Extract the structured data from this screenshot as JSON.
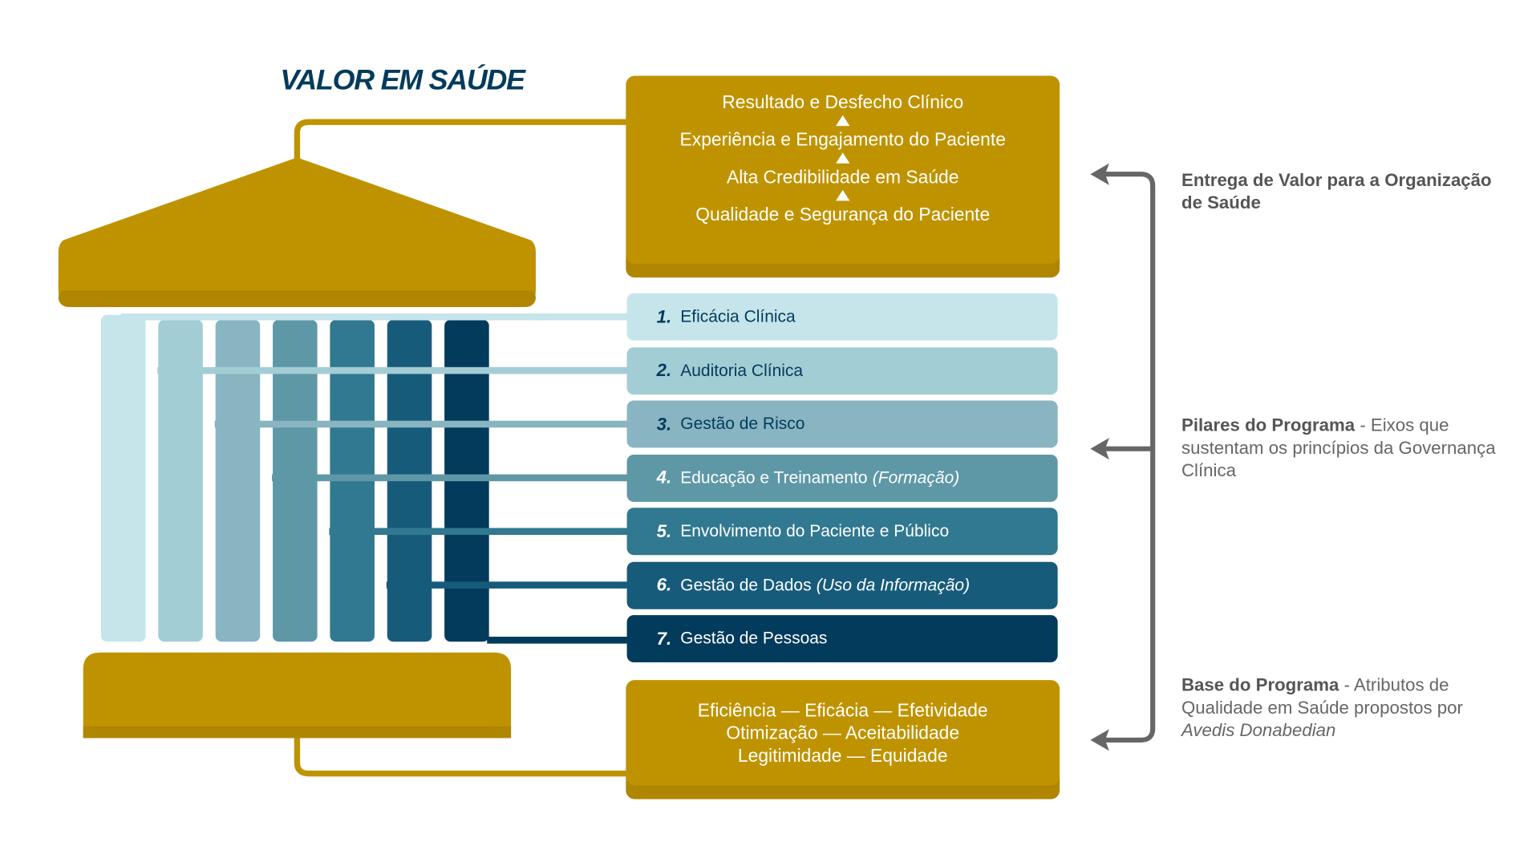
{
  "title": "VALOR EM SAÚDE",
  "colors": {
    "gold": "#bf9300",
    "gold_dark": "#b08500",
    "navy": "#043b5c",
    "arrow_gray": "#666666",
    "pillars": [
      "#c5e5ea",
      "#a3cdd4",
      "#88b5c1",
      "#5e98a7",
      "#317891",
      "#175b7b",
      "#033b5c"
    ]
  },
  "top_box": {
    "rows": [
      "Resultado e Desfecho Clínico",
      "Experiência e Engajamento do Paciente",
      "Alta Credibilidade em Saúde",
      "Qualidade e Segurança do Paciente"
    ],
    "arrow_icon": "triangle-up"
  },
  "pillars": [
    {
      "num": "1.",
      "label": "Eficácia Clínica",
      "note": ""
    },
    {
      "num": "2.",
      "label": "Auditoria Clínica",
      "note": ""
    },
    {
      "num": "3.",
      "label": "Gestão de Risco",
      "note": ""
    },
    {
      "num": "4.",
      "label": "Educação e Treinamento",
      "note": "(Formação)"
    },
    {
      "num": "5.",
      "label": "Envolvimento do Paciente e Público",
      "note": ""
    },
    {
      "num": "6.",
      "label": "Gestão de Dados",
      "note": "(Uso da Informação)"
    },
    {
      "num": "7.",
      "label": "Gestão de Pessoas",
      "note": ""
    }
  ],
  "bottom_box": {
    "rows": [
      "Eficiência — Eficácia — Efetividade",
      "Otimização — Aceitabilidade",
      "Legitimidade — Equidade"
    ]
  },
  "side_notes": {
    "delivery": {
      "bold": "Entrega de Valor para a Organização de Saúde",
      "normal": ""
    },
    "pillars": {
      "bold": "Pilares do Programa",
      "normal": " - Eixos que sustentam os princípios da Governança Clínica"
    },
    "base": {
      "bold": "Base do Programa",
      "normal": " - Atributos de Qualidade em Saúde propostos por ",
      "italic": "Avedis Donabedian"
    }
  }
}
